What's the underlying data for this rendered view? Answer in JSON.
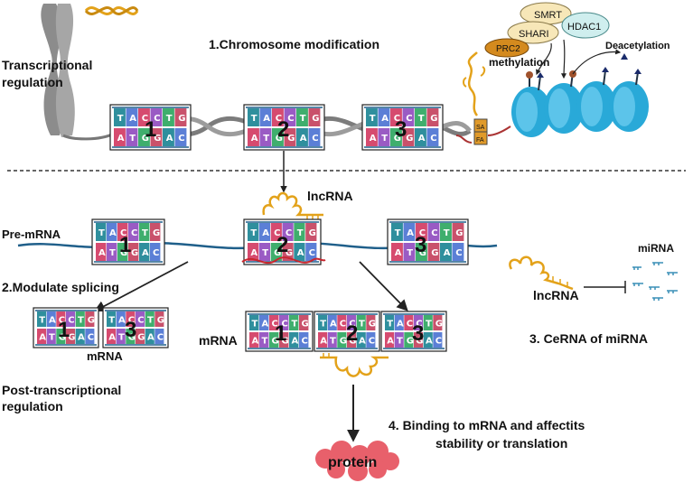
{
  "section_titles": {
    "chromosome_modification": "1.Chromosome modification",
    "modulate_splicing": "2.Modulate splicing",
    "cerna": "3. CeRNA of miRNA",
    "binding_line1": "4. Binding to mRNA and affectits",
    "binding_line2": "stability or translation"
  },
  "regulation_labels": {
    "transcriptional_line1": "Transcriptional",
    "transcriptional_line2": "regulation",
    "post_line1": "Post-transcriptional",
    "post_line2": "regulation"
  },
  "molecule_labels": {
    "lncrna_top": "lncRNA",
    "lncrna_right": "lncRNA",
    "mirna": "miRNA",
    "pre_mrna": "Pre-mRNA",
    "mrna_left": "mRNA",
    "mrna_center": "mRNA",
    "protein": "protein"
  },
  "complex_labels": {
    "smrt": "SMRT",
    "shari": "SHARI",
    "hdac1": "HDAC1",
    "prc2": "PRC2",
    "methylation": "methylation",
    "deacetylation": "Deacetylation",
    "sa": "SA",
    "fa": "FA"
  },
  "exon_numbers": {
    "dna": [
      "1",
      "2",
      "3"
    ],
    "pre_mrna": [
      "1",
      "2",
      "3"
    ],
    "spliced": [
      "1",
      "3"
    ],
    "mature": [
      "1",
      "2",
      "3"
    ]
  },
  "base_letters": {
    "top": [
      "T",
      "A",
      "C",
      "C",
      "T",
      "G"
    ],
    "bottom": [
      "A",
      "T",
      "G",
      "G",
      "A",
      "C"
    ]
  },
  "colors": {
    "base_palette": [
      "#2f8f9d",
      "#5b7fd6",
      "#d64b6f",
      "#9a5bc4",
      "#3fae6d",
      "#c9516b"
    ],
    "rna_gold": "#e3a21a",
    "nucleosome": "#29a9d8",
    "chromosome": "#8c8c8c",
    "prc2": "#d48a1e",
    "hdac1": "#cfeeee",
    "smrt_shari": "#f7e7b8",
    "strand": "#1f5f8a",
    "protein": "#e8606b"
  }
}
